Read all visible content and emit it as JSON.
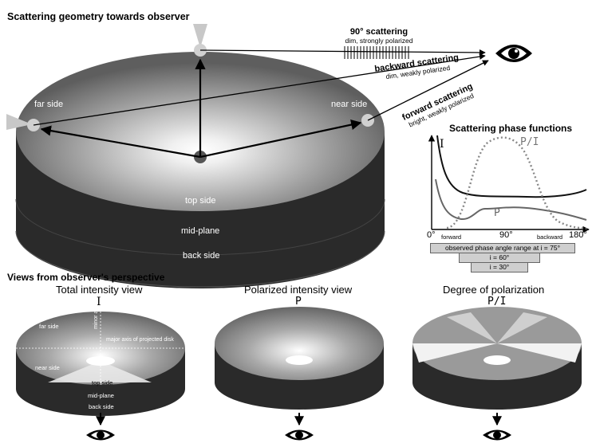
{
  "main": {
    "title": "Scattering geometry towards observer",
    "scatter90": {
      "title": "90° scattering",
      "sub": "dim, strongly polarized"
    },
    "backward": {
      "title": "backward scattering",
      "sub": "dim, weakly polarized"
    },
    "forward": {
      "title": "forward scattering",
      "sub": "bright, weakly polarized"
    },
    "far_side": "far side",
    "near_side": "near side",
    "top_side": "top side",
    "mid_plane": "mid-plane",
    "back_side": "back side"
  },
  "phase": {
    "title": "Scattering phase functions",
    "curve_I": "I",
    "curve_P": "P",
    "curve_PI": "P/I",
    "tick_0": "0°",
    "tick_90": "90°",
    "tick_180": "180°",
    "forward": "forward",
    "backward": "backward",
    "bar75": "observed phase angle range at i = 75°",
    "bar60": "i = 60°",
    "bar30": "i = 30°"
  },
  "views": {
    "title": "Views from observer's perspective",
    "panels": [
      {
        "title": "Total intensity view",
        "symbol": "I"
      },
      {
        "title": "Polarized intensity view",
        "symbol": "P"
      },
      {
        "title": "Degree of polarization",
        "symbol": "P/I"
      }
    ],
    "left_labels": {
      "far_side": "far side",
      "minor_axis": "minor axis",
      "major_axis": "major axis of projected disk",
      "near_side": "near side",
      "top_side": "top side",
      "mid_plane": "mid-plane",
      "back_side": "back side"
    }
  }
}
